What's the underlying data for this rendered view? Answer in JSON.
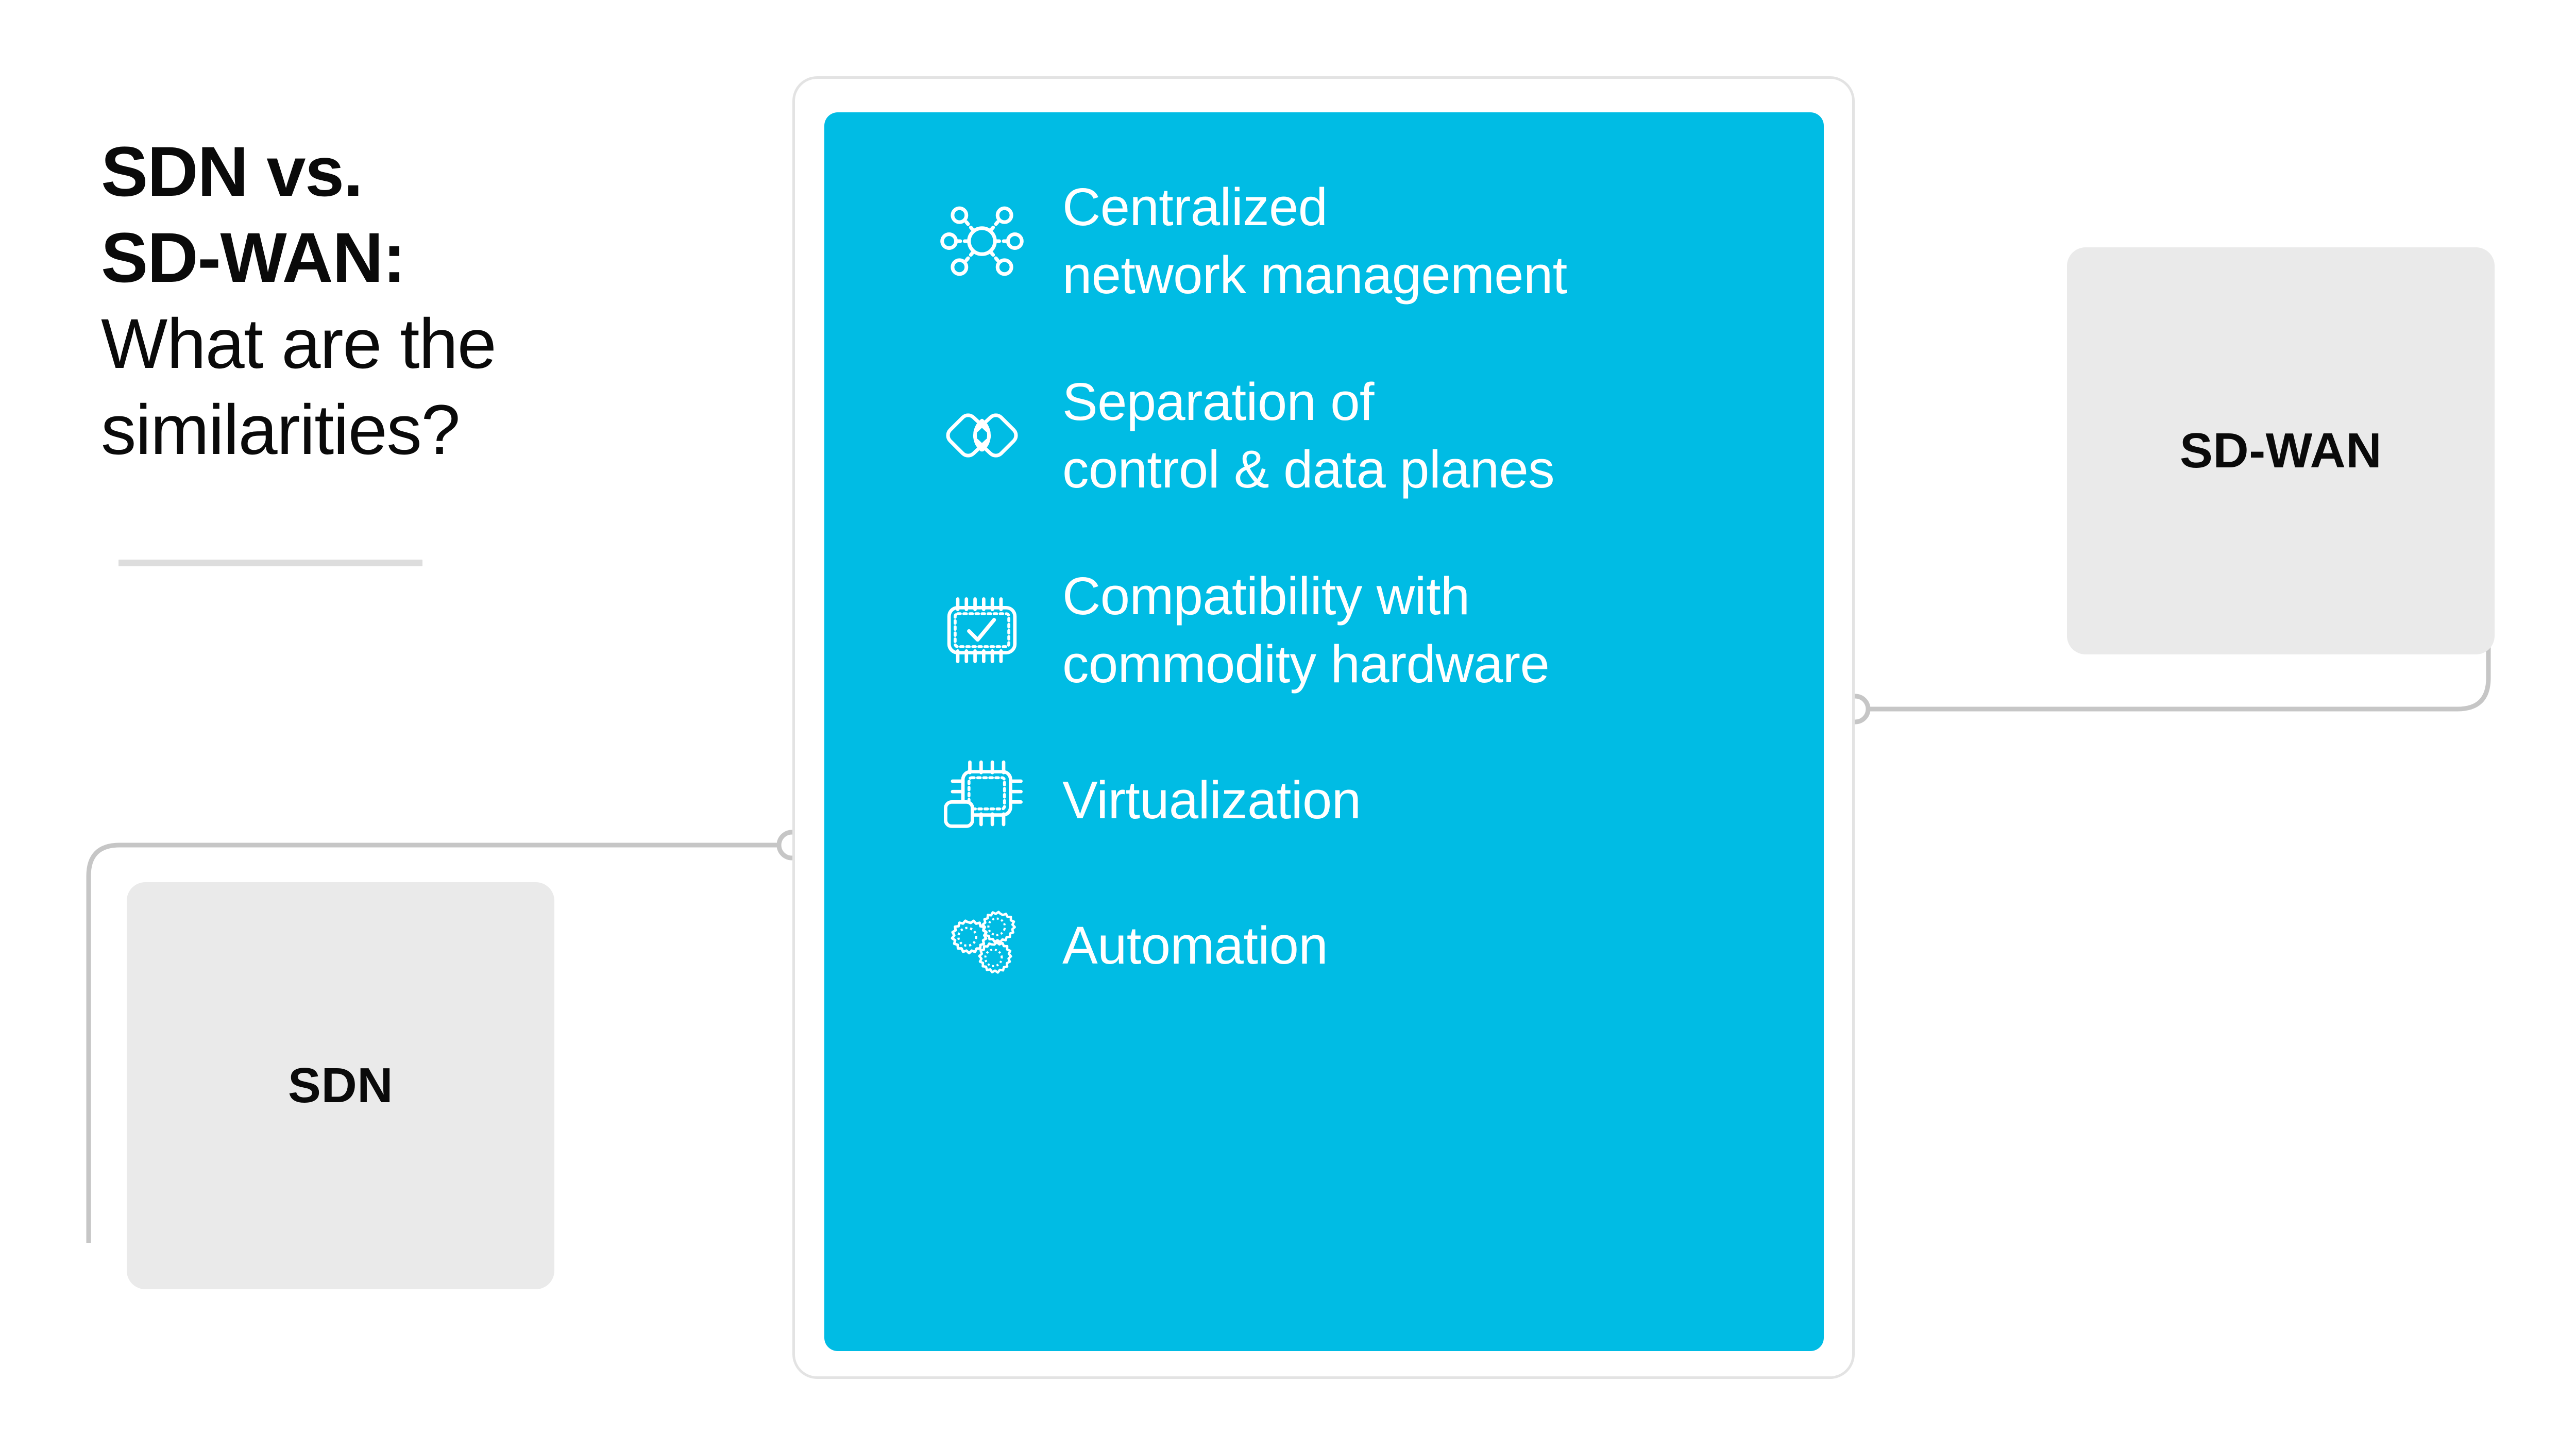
{
  "page": {
    "background": "#ffffff",
    "accent_color": "#00bce4",
    "box_color": "#eaeaea",
    "line_color": "#c6c6c6",
    "text_color": "#0a0a0a"
  },
  "heading": {
    "strong_line_1": "SDN vs.",
    "strong_line_2": "SD-WAN:",
    "light_line_1": "What are the",
    "light_line_2": "similarities?"
  },
  "center_panel": {
    "features": [
      {
        "icon": "network-hub-icon",
        "label": "Centralized\nnetwork management"
      },
      {
        "icon": "overlapping-diamonds-icon",
        "label": "Separation of\ncontrol & data planes"
      },
      {
        "icon": "chip-check-icon",
        "label": "Compatibility with\ncommodity hardware"
      },
      {
        "icon": "chip-stack-icon",
        "label": "Virtualization"
      },
      {
        "icon": "gears-icon",
        "label": "Automation"
      }
    ]
  },
  "side_boxes": {
    "left": {
      "label": "SDN"
    },
    "right": {
      "label": "SD-WAN"
    }
  }
}
